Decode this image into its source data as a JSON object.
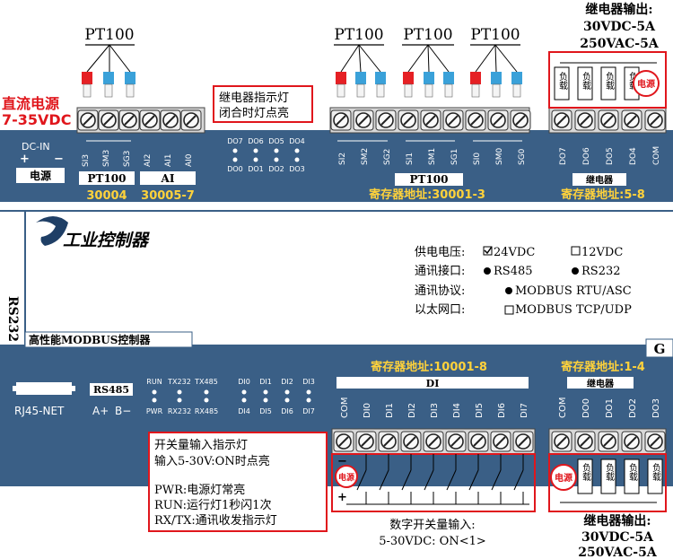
{
  "top": {
    "pt100_labels": [
      "PT100",
      "PT100",
      "PT100",
      "PT100"
    ],
    "relay_out": {
      "title": "继电器输出:",
      "line1": "30VDC-5A",
      "line2": "250VAC-5A",
      "load": "负载",
      "power": "电源"
    },
    "dc_power": {
      "line1": "直流电源",
      "line2": "7-35VDC"
    },
    "relay_lamp_note": {
      "line1": "继电器指示灯",
      "line2": "闭合时灯点亮"
    }
  },
  "panel_top": {
    "dcin": "DC-IN",
    "plus": "+",
    "minus": "−",
    "power_box": "电源",
    "pt_small": [
      "SI3",
      "SM3",
      "SG3"
    ],
    "ai_small": [
      "AI2",
      "AI1",
      "AI0"
    ],
    "pt100_box": "PT100",
    "ai_box": "AI",
    "reg_30004": "30004",
    "reg_30005": "30005-7",
    "do_leds_top": [
      "DO7",
      "DO6",
      "DO5",
      "DO4"
    ],
    "do_leds_bottom": [
      "DO0",
      "DO1",
      "DO2",
      "DO3"
    ],
    "pt_group_terms": [
      "SI2",
      "SM2",
      "SG2",
      "SI1",
      "SM1",
      "SG1",
      "SI0",
      "SM0",
      "SG0"
    ],
    "pt_group_box": "PT100",
    "reg_30001": "寄存器地址:30001-3",
    "relay_terms": [
      "DO7",
      "DO6",
      "DO5",
      "DO4",
      "COM"
    ],
    "relay_box": "继电器",
    "reg_58": "寄存器地址:5-8"
  },
  "panel_mid": {
    "brand": "工业控制器",
    "supply_label": "供电电压:",
    "supply_opt1": "24VDC",
    "supply_opt2": "12VDC",
    "comm_label": "通讯接口:",
    "comm_opt1": "RS485",
    "comm_opt2": "RS232",
    "proto_label": "通讯协议:",
    "proto_opt": "MODBUS RTU/ASC",
    "eth_label": "以太网口:",
    "eth_opt": "MODBUS TCP/UDP",
    "rs232": "RS232",
    "model": "高性能MODBUS控制器",
    "g": "G"
  },
  "panel_bottom": {
    "rj45": "RJ45-NET",
    "rs485": "RS485",
    "a_plus": "A+",
    "b_minus": "B−",
    "status_top": [
      "RUN",
      "TX232",
      "TX485"
    ],
    "status_bottom": [
      "PWR",
      "RX232",
      "RX485"
    ],
    "di_leds_top": [
      "DI0",
      "DI1",
      "DI2",
      "DI3"
    ],
    "di_leds_bottom": [
      "DI4",
      "DI5",
      "DI6",
      "DI7"
    ],
    "reg_10001": "寄存器地址:10001-8",
    "di_box": "DI",
    "di_terms": [
      "COM",
      "DI0",
      "DI1",
      "DI2",
      "DI3",
      "DI4",
      "DI5",
      "DI6",
      "DI7"
    ],
    "reg_14": "寄存器地址:1-4",
    "relay2_box": "继电器",
    "relay2_terms": [
      "COM",
      "DO0",
      "DO1",
      "DO2",
      "DO3"
    ]
  },
  "bottom": {
    "note": {
      "l1": "开关量输入指示灯",
      "l2": "输入5-30V:ON时点亮",
      "l3": "PWR:电源灯常亮",
      "l4": "RUN:运行灯1秒闪1次",
      "l5": "RX/TX:通讯收发指示灯"
    },
    "power": "电源",
    "plus": "+",
    "minus": "−",
    "digital_in": {
      "l1": "数字开关量输入:",
      "l2": "5-30VDC: ON<1>"
    },
    "relay_out": {
      "title": "继电器输出:",
      "line1": "30VDC-5A",
      "line2": "250VAC-5A",
      "load": "负载",
      "power": "电源"
    }
  }
}
